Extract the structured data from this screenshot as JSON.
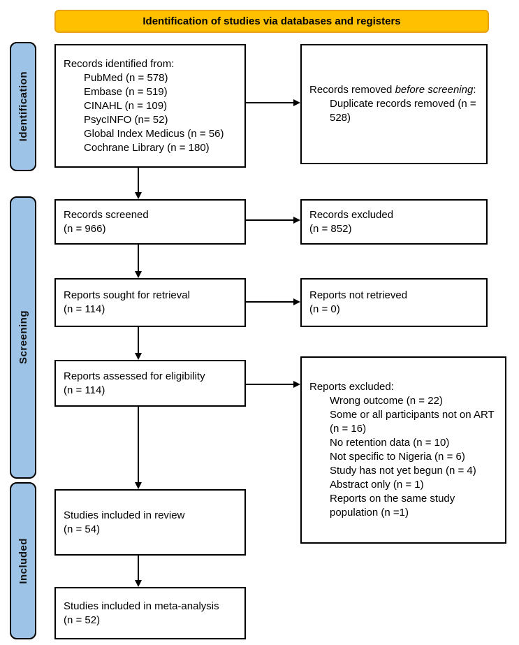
{
  "header": {
    "title": "Identification of studies via databases and registers"
  },
  "colors": {
    "banner": "#FFC000",
    "sidebar": "#9DC3E6",
    "box_border": "#000000"
  },
  "sidebar": {
    "identification": "Identification",
    "screening": "Screening",
    "included": "Included"
  },
  "boxes": {
    "records_identified": {
      "title": "Records identified from:",
      "items": [
        "PubMed (n = 578)",
        "Embase (n = 519)",
        "CINAHL (n = 109)",
        "PsycINFO (n= 52)",
        "Global Index Medicus (n = 56)",
        "Cochrane Library (n = 180)"
      ]
    },
    "records_removed": {
      "title_prefix": "Records removed ",
      "title_italic": "before screening",
      "title_suffix": ":",
      "items": [
        "Duplicate records removed  (n = 528)"
      ]
    },
    "records_screened": {
      "line1": "Records screened",
      "line2": "(n = 966)"
    },
    "records_excluded": {
      "line1": "Records excluded",
      "line2": "(n = 852)"
    },
    "reports_sought": {
      "line1": "Reports sought for retrieval",
      "line2": "(n = 114)"
    },
    "reports_not_retrieved": {
      "line1": "Reports not retrieved",
      "line2": "(n = 0)"
    },
    "reports_assessed": {
      "line1": "Reports assessed for eligibility",
      "line2": "(n = 114)"
    },
    "reports_excluded": {
      "title": "Reports excluded:",
      "items": [
        "Wrong outcome (n = 22)",
        "Some or all participants not on ART (n = 16)",
        "No retention data (n = 10)",
        "Not specific to Nigeria (n = 6)",
        "Study has not yet begun (n = 4)",
        "Abstract only (n = 1)",
        "Reports on the same study population (n =1)"
      ]
    },
    "studies_in_review": {
      "line1": "Studies included in review",
      "line2": "(n = 54)"
    },
    "studies_in_meta": {
      "line1": "Studies included in meta-analysis",
      "line2": "(n = 52)"
    }
  }
}
